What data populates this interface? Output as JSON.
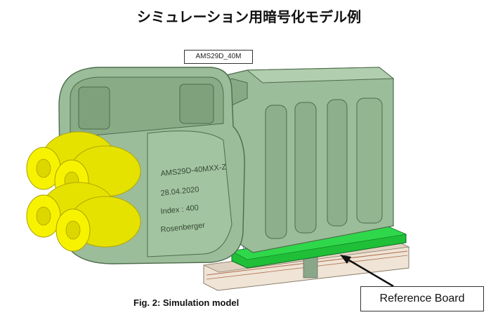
{
  "title": "シミュレーション用暗号化モデル例",
  "figure": {
    "model_label": "AMS29D_40M",
    "engraving": {
      "part_number": "AMS29D-40MXX-Z",
      "date": "28.04.2020",
      "index": "Index : 400",
      "brand": "Rosenberger"
    },
    "caption": "Fig. 2: Simulation model",
    "callout": "Reference Board"
  },
  "colors": {
    "housing": "#9bbd99",
    "housing_dark": "#6f946d",
    "contacts": "#f4f000",
    "board_green": "#22c23a",
    "board_base": "#e9ddd0"
  }
}
